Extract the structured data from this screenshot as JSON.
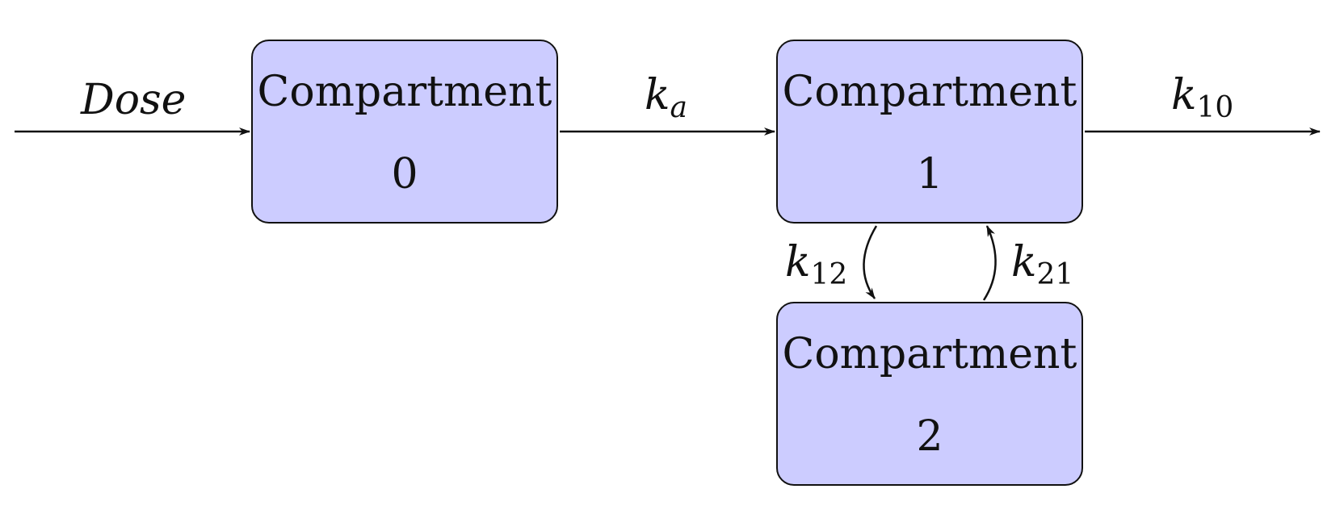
{
  "colors": {
    "box_fill": "#ccccff",
    "stroke": "#111111"
  },
  "compartments": [
    {
      "name": "Compartment",
      "index": "0"
    },
    {
      "name": "Compartment",
      "index": "1"
    },
    {
      "name": "Compartment",
      "index": "2"
    }
  ],
  "labels": {
    "dose": "Dose",
    "ka": {
      "base": "k",
      "sub": "a"
    },
    "k10": {
      "base": "k",
      "sub": "10"
    },
    "k12": {
      "base": "k",
      "sub": "12"
    },
    "k21": {
      "base": "k",
      "sub": "21"
    }
  }
}
